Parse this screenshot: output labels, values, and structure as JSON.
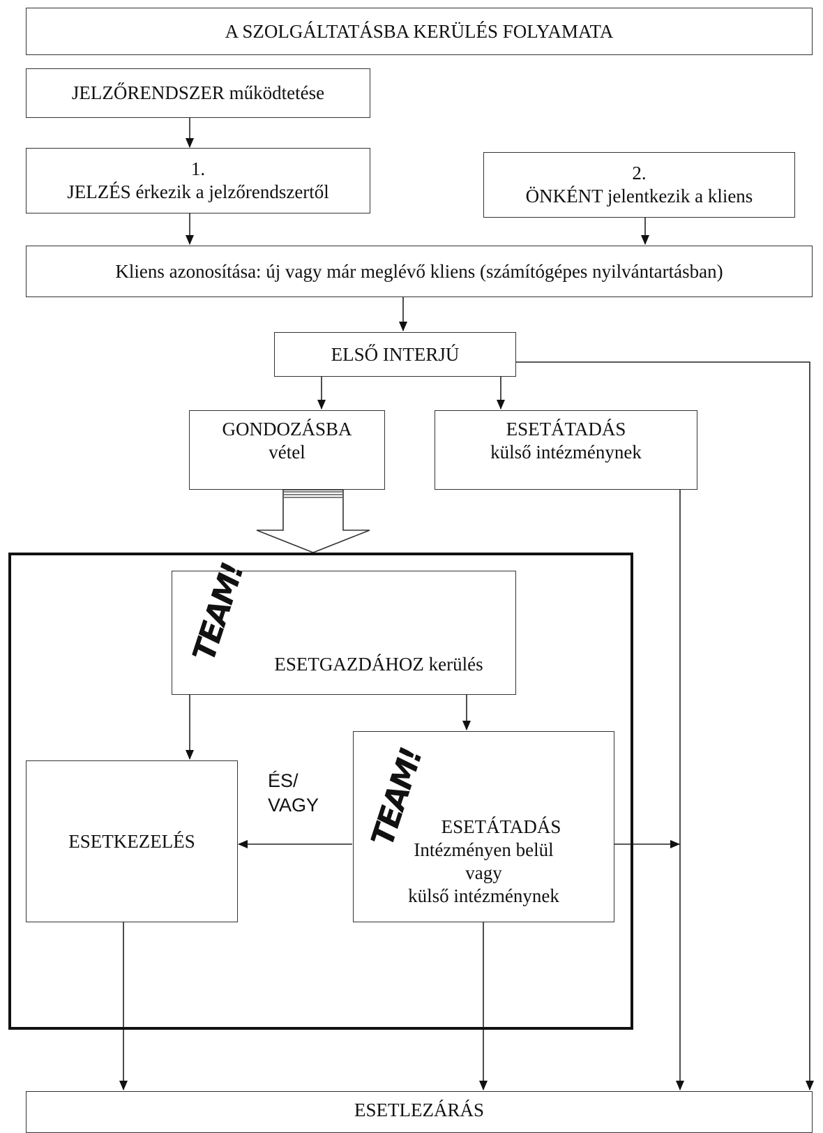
{
  "title": "A SZOLGÁLTATÁSBA KERÜLÉS FOLYAMATA",
  "nodes": {
    "jelzorendszer": "JELZŐRENDSZER működtetése",
    "jelzes_num": "1.",
    "jelzes": "JELZÉS érkezik a jelzőrendszertől",
    "onkent_num": "2.",
    "onkent": "ÖNKÉNT jelentkezik a kliens",
    "azonositas": "Kliens azonosítása: új vagy már meglévő kliens (számítógépes nyilvántartásban)",
    "elso_interju": "ELSŐ INTERJÚ",
    "gondozas_1": "GONDOZÁSBA",
    "gondozas_2": "vétel",
    "esetatadas_kulso_1": "ESETÁTADÁS",
    "esetatadas_kulso_2": "külső intézménynek",
    "esetgazda": "ESETGAZDÁHOZ kerülés",
    "esetkezeles": "ESETKEZELÉS",
    "es_vagy_1": "ÉS/",
    "es_vagy_2": "VAGY",
    "esetatadas_belul_1": "ESETÁTADÁS",
    "esetatadas_belul_2": "Intézményen belül",
    "esetatadas_belul_3": "vagy",
    "esetatadas_belul_4": "külső intézménynek",
    "esetlezaras": "ESETLEZÁRÁS"
  },
  "logos": {
    "team_logo_text": "TEAM!"
  }
}
